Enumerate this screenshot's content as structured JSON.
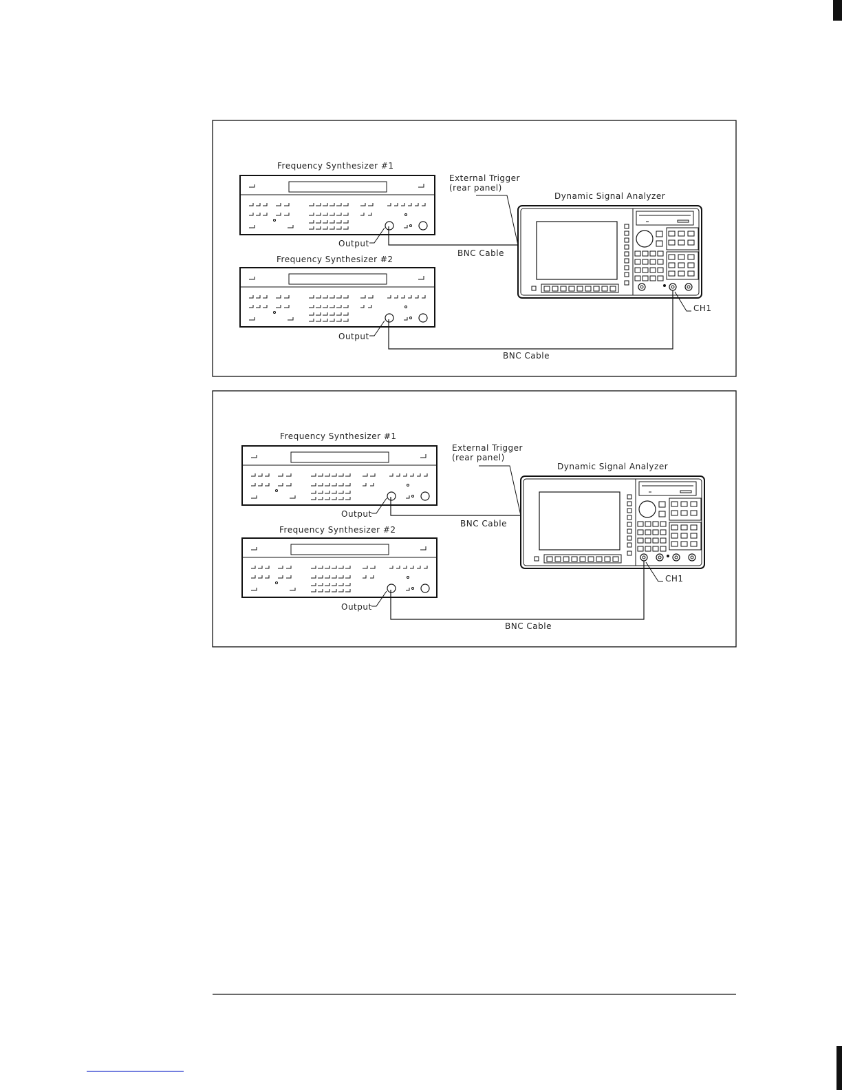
{
  "panels": [
    {
      "id": "top",
      "synth1_label": "Frequency Synthesizer #1",
      "synth2_label": "Frequency Synthesizer #2",
      "ext_trigger_line1": "External Trigger",
      "ext_trigger_line2": "(rear panel)",
      "analyzer_label": "Dynamic Signal Analyzer",
      "output1_label": "Output",
      "output2_label": "Output",
      "bnc1_label": "BNC Cable",
      "bnc2_label": "BNC Cable",
      "ch1_label": "CH1"
    },
    {
      "id": "bottom",
      "synth1_label": "Frequency Synthesizer #1",
      "synth2_label": "Frequency Synthesizer #2",
      "ext_trigger_line1": "External Trigger",
      "ext_trigger_line2": "(rear panel)",
      "analyzer_label": "Dynamic Signal Analyzer",
      "output1_label": "Output",
      "output2_label": "Output",
      "bnc1_label": "BNC Cable",
      "bnc2_label": "BNC Cable",
      "ch1_label": "CH1"
    }
  ]
}
